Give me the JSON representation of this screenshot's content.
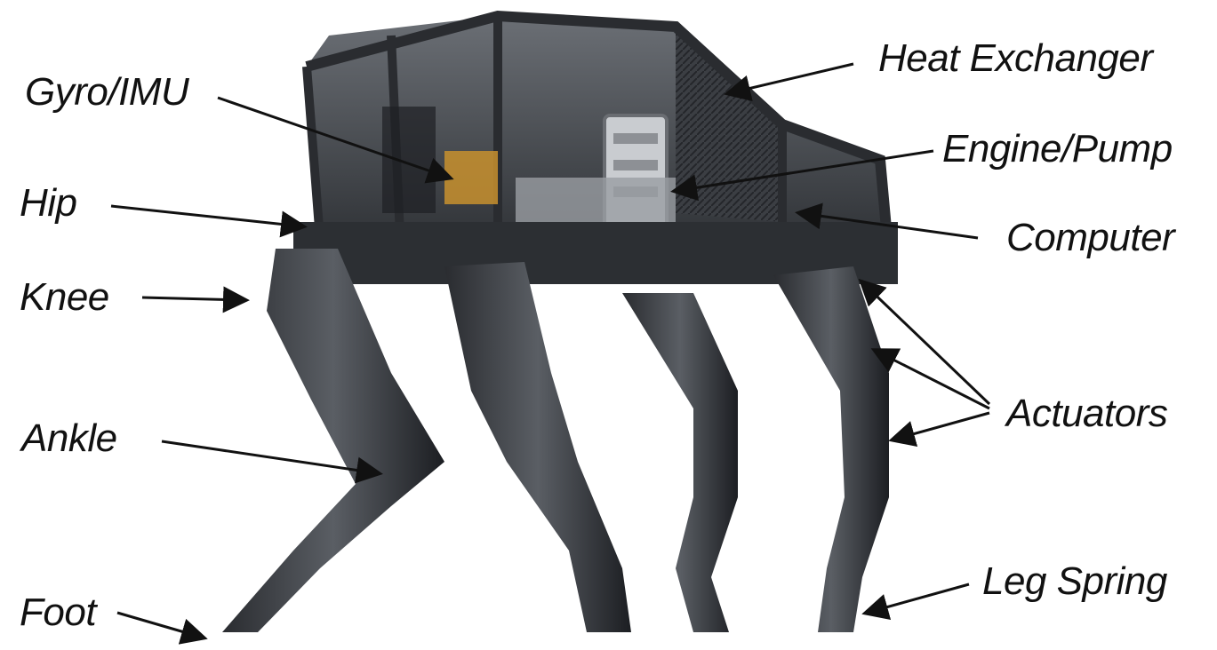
{
  "labels": {
    "gyro": "Gyro/IMU",
    "hip": "Hip",
    "knee": "Knee",
    "ankle": "Ankle",
    "foot": "Foot",
    "heat_exchanger": "Heat Exchanger",
    "engine_pump": "Engine/Pump",
    "computer": "Computer",
    "actuators": "Actuators",
    "leg_spring": "Leg Spring"
  },
  "colors": {
    "frame": "#3a3d42",
    "metal_light": "#b9bcc0",
    "metal_dark": "#1e2024",
    "accent": "#c8902e",
    "label_text": "#111111"
  }
}
